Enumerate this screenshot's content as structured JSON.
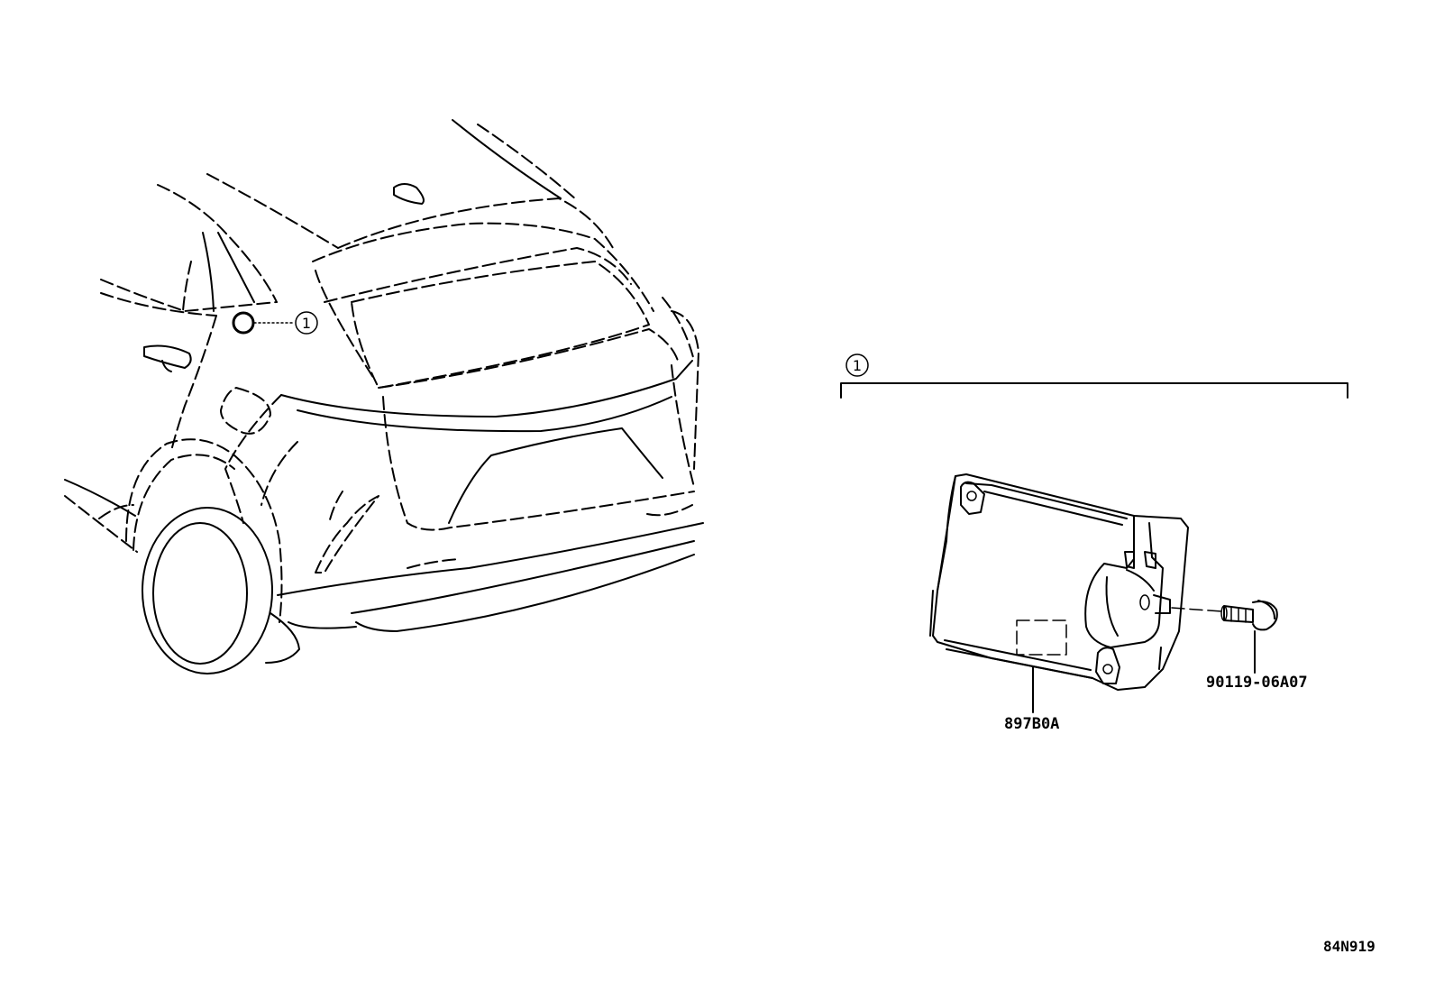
{
  "callouts": {
    "vehicle_marker": "1",
    "assembly_bracket": "1"
  },
  "parts": {
    "module": "897B0A",
    "bolt": "90119-06A07"
  },
  "footer": {
    "illustration_code": "84N919"
  }
}
